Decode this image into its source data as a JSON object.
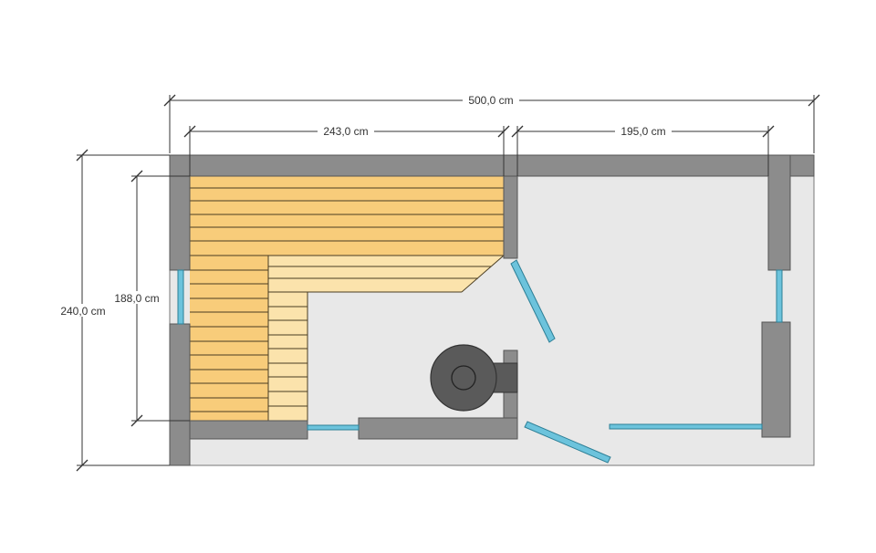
{
  "dimensions": {
    "overall_width": "500,0 cm",
    "steam_room_width": "243,0 cm",
    "side_room_width": "195,0 cm",
    "overall_height": "240,0 cm",
    "inner_height": "188,0 cm"
  },
  "colors": {
    "wall": "#8c8c8c",
    "wall_outline": "#555555",
    "floor": "#e8e8e8",
    "bench_upper": "#f8cc7a",
    "bench_lower": "#fbe3ac",
    "bench_lines": "#5a4a2a",
    "glass": "#6cc3dc",
    "stove": "#5a5a5a",
    "dimension_line": "#333333"
  },
  "items": {
    "stove_icon": "stove-icon",
    "door_icon": "door-icon",
    "window_icon": "window-icon"
  }
}
